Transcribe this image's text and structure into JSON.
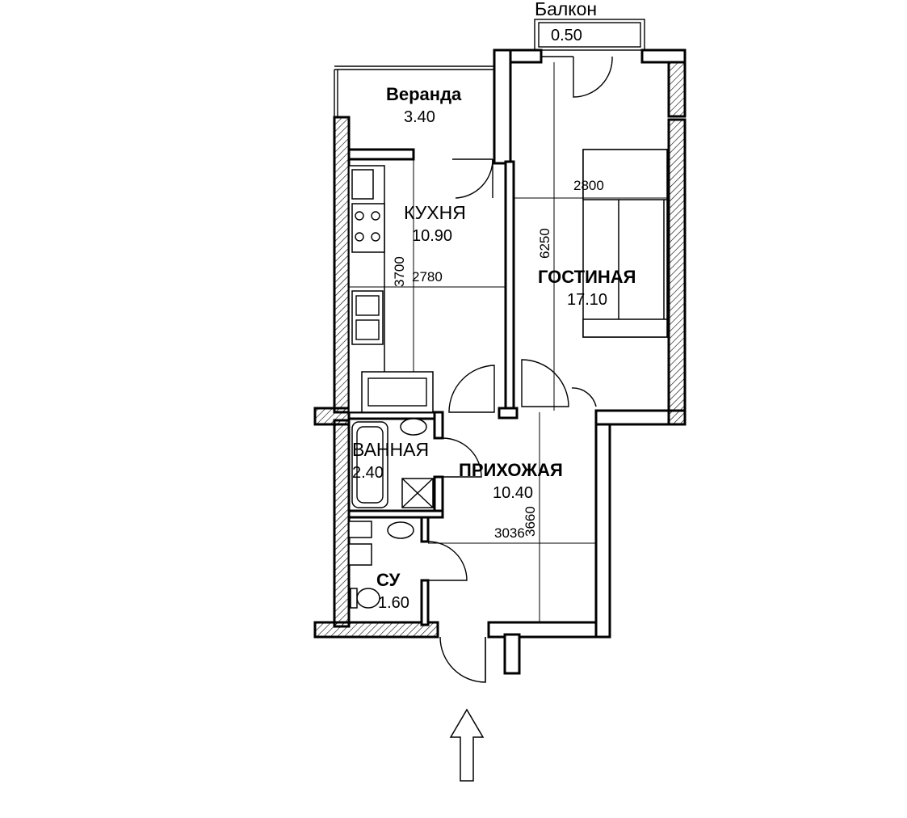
{
  "rooms": {
    "balcony": {
      "name": "Балкон",
      "area": "0.50"
    },
    "veranda": {
      "name": "Веранда",
      "area": "3.40"
    },
    "kitchen": {
      "name": "КУХНЯ",
      "area": "10.90"
    },
    "living": {
      "name": "ГОСТИНАЯ",
      "area": "17.10"
    },
    "bathroom": {
      "name": "ВАННАЯ",
      "area": "2.40"
    },
    "hallway": {
      "name": "ПРИХОЖАЯ",
      "area": "10.40"
    },
    "wc": {
      "name": "СУ",
      "area": "1.60"
    }
  },
  "dimensions": {
    "living_width": "2800",
    "living_length": "6250",
    "kitchen_length": "3700",
    "kitchen_width": "2780",
    "hallway_width": "3036",
    "hallway_length": "3660"
  },
  "entrance_icon": "arrow-up-icon"
}
